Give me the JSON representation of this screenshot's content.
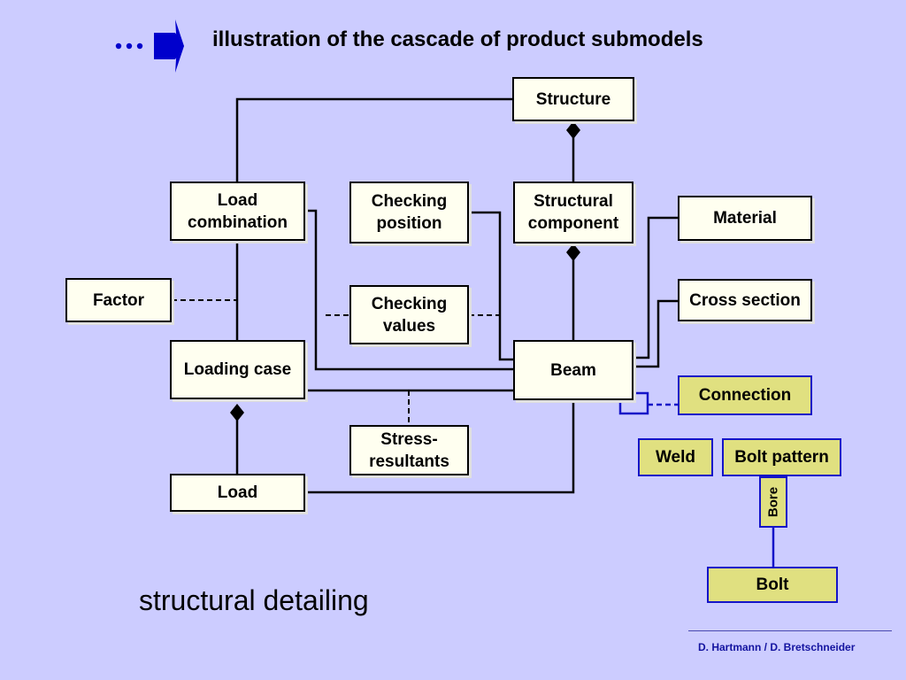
{
  "header": {
    "title": "illustration of the cascade of product submodels",
    "arrow_icon": "ellipsis-right-arrow-icon",
    "accent_color": "#0000cc"
  },
  "diagram": {
    "nodes": {
      "structure": "Structure",
      "load_combination": "Load combination",
      "checking_position": "Checking position",
      "structural_component": "Structural component",
      "material": "Material",
      "factor": "Factor",
      "checking_values": "Checking values",
      "cross_section": "Cross section",
      "loading_case": "Loading case",
      "beam": "Beam",
      "connection": "Connection",
      "stress_resultants": "Stress-resultants",
      "weld": "Weld",
      "bolt_pattern": "Bolt pattern",
      "bore": "Bore",
      "load": "Load",
      "bolt": "Bolt"
    },
    "colors": {
      "background": "#ccccff",
      "core_box": "#fffff0",
      "detail_box": "#e0e080",
      "detail_line": "#1414c8"
    }
  },
  "caption": "structural detailing",
  "footer": {
    "authors": "D. Hartmann / D. Bretschneider"
  }
}
